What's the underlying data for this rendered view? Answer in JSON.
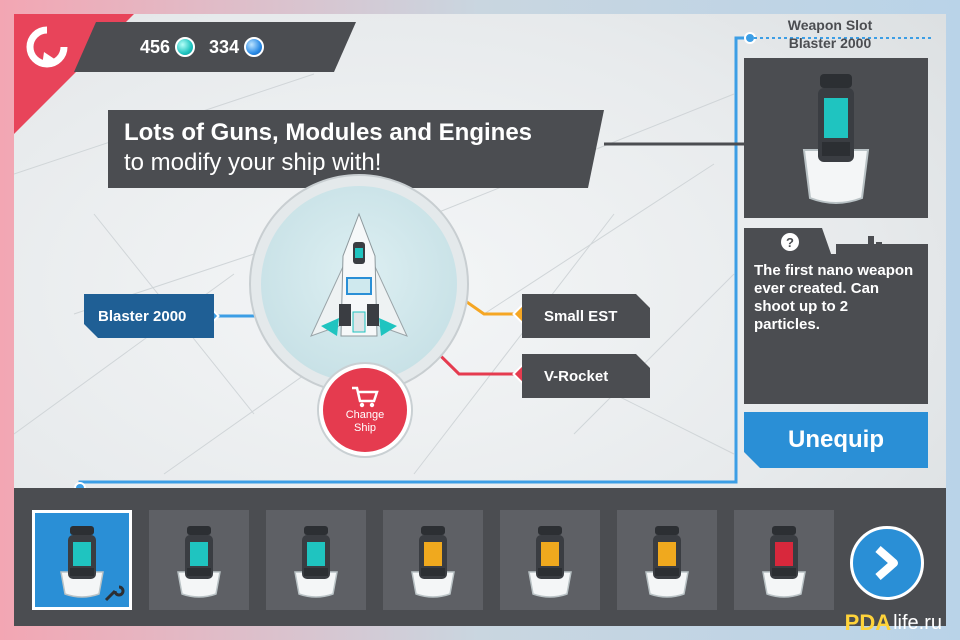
{
  "currency": {
    "crystals": "456",
    "orbs": "334"
  },
  "headline": {
    "line1": "Lots of Guns, Modules and Engines",
    "line2": "to modify your ship with!"
  },
  "ship_labels": {
    "weapon": "Blaster 2000",
    "module": "Small EST",
    "engine": "V-Rocket"
  },
  "change_ship": {
    "line1": "Change",
    "line2": "Ship"
  },
  "slot": {
    "title": "Weapon Slot",
    "item_name": "Blaster 2000"
  },
  "info": {
    "description": "The first nano weapon ever created. Can shoot up to 2 particles."
  },
  "unequip_label": "Unequip",
  "watermark": {
    "logo": "PDA",
    "text": "life.ru"
  },
  "colors": {
    "accent_blue": "#2a8fd6",
    "dark_panel": "#4b4d51",
    "red": "#e53b4f",
    "teal": "#1fc4c0",
    "orange": "#f5a623"
  },
  "inventory": [
    {
      "id": "weapon-1",
      "core": "#1fc4c0",
      "selected": true
    },
    {
      "id": "weapon-2",
      "core": "#1fc4c0",
      "selected": false
    },
    {
      "id": "weapon-3",
      "core": "#1fc4c0",
      "selected": false
    },
    {
      "id": "weapon-4",
      "core": "#f0a91e",
      "selected": false
    },
    {
      "id": "weapon-5",
      "core": "#f0a91e",
      "selected": false
    },
    {
      "id": "weapon-6",
      "core": "#f0a91e",
      "selected": false
    },
    {
      "id": "weapon-7",
      "core": "#d8283c",
      "selected": false
    }
  ]
}
